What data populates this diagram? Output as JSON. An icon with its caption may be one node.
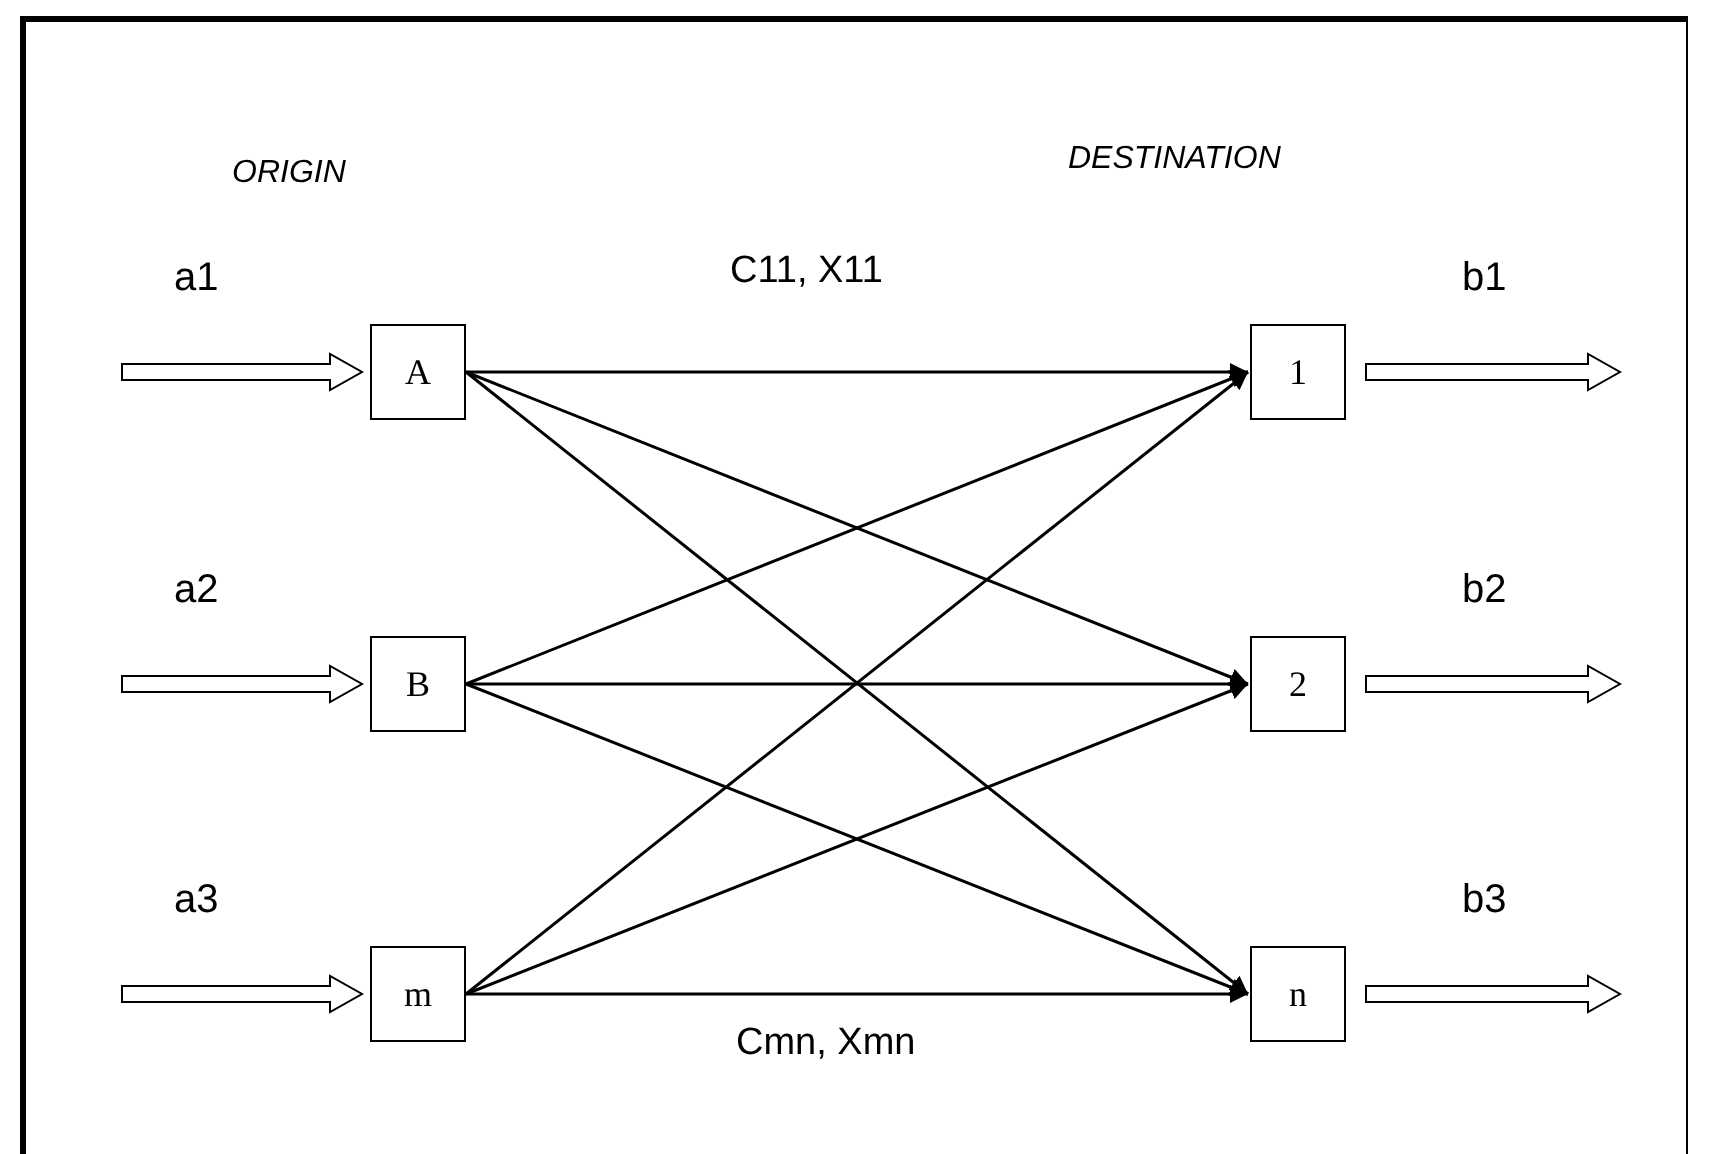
{
  "diagram": {
    "nodes": [
      {
        "text": [
          "A"
        ]
      },
      {
        "text": [
          "B"
        ]
      },
      {
        "text": [
          "m"
        ]
      },
      {
        "text": [
          "1"
        ]
      },
      {
        "text": [
          "2"
        ]
      },
      {
        "text": [
          "n"
        ]
      }
    ],
    "edges": [
      {
        "from": null,
        "to": 0,
        "arrow": "to",
        "label": "a1",
        "style": "thick"
      },
      {
        "from": null,
        "to": 1,
        "arrow": "to",
        "label": "a2",
        "style": "thick"
      },
      {
        "from": null,
        "to": 2,
        "arrow": "to",
        "label": "a3",
        "style": "thick"
      },
      {
        "from": 0,
        "to": 3,
        "arrow": "to",
        "label": "C11, X11"
      },
      {
        "from": 0,
        "to": 4,
        "arrow": "to"
      },
      {
        "from": 0,
        "to": 5,
        "arrow": "to"
      },
      {
        "from": 1,
        "to": 3,
        "arrow": "to"
      },
      {
        "from": 1,
        "to": 4,
        "arrow": "to"
      },
      {
        "from": 1,
        "to": 5,
        "arrow": "to"
      },
      {
        "from": 2,
        "to": 3,
        "arrow": "to"
      },
      {
        "from": 2,
        "to": 4,
        "arrow": "to"
      },
      {
        "from": 2,
        "to": 5,
        "arrow": "to",
        "label": "Cmn, Xmn"
      },
      {
        "from": 3,
        "to": null,
        "arrow": "to",
        "label": "b1",
        "style": "thick"
      },
      {
        "from": 4,
        "to": null,
        "arrow": "to",
        "label": "b2",
        "style": "thick"
      },
      {
        "from": 5,
        "to": null,
        "arrow": "to",
        "label": "b3",
        "style": "thick"
      }
    ],
    "labels": [
      "ORIGIN",
      "DESTINATION"
    ]
  }
}
